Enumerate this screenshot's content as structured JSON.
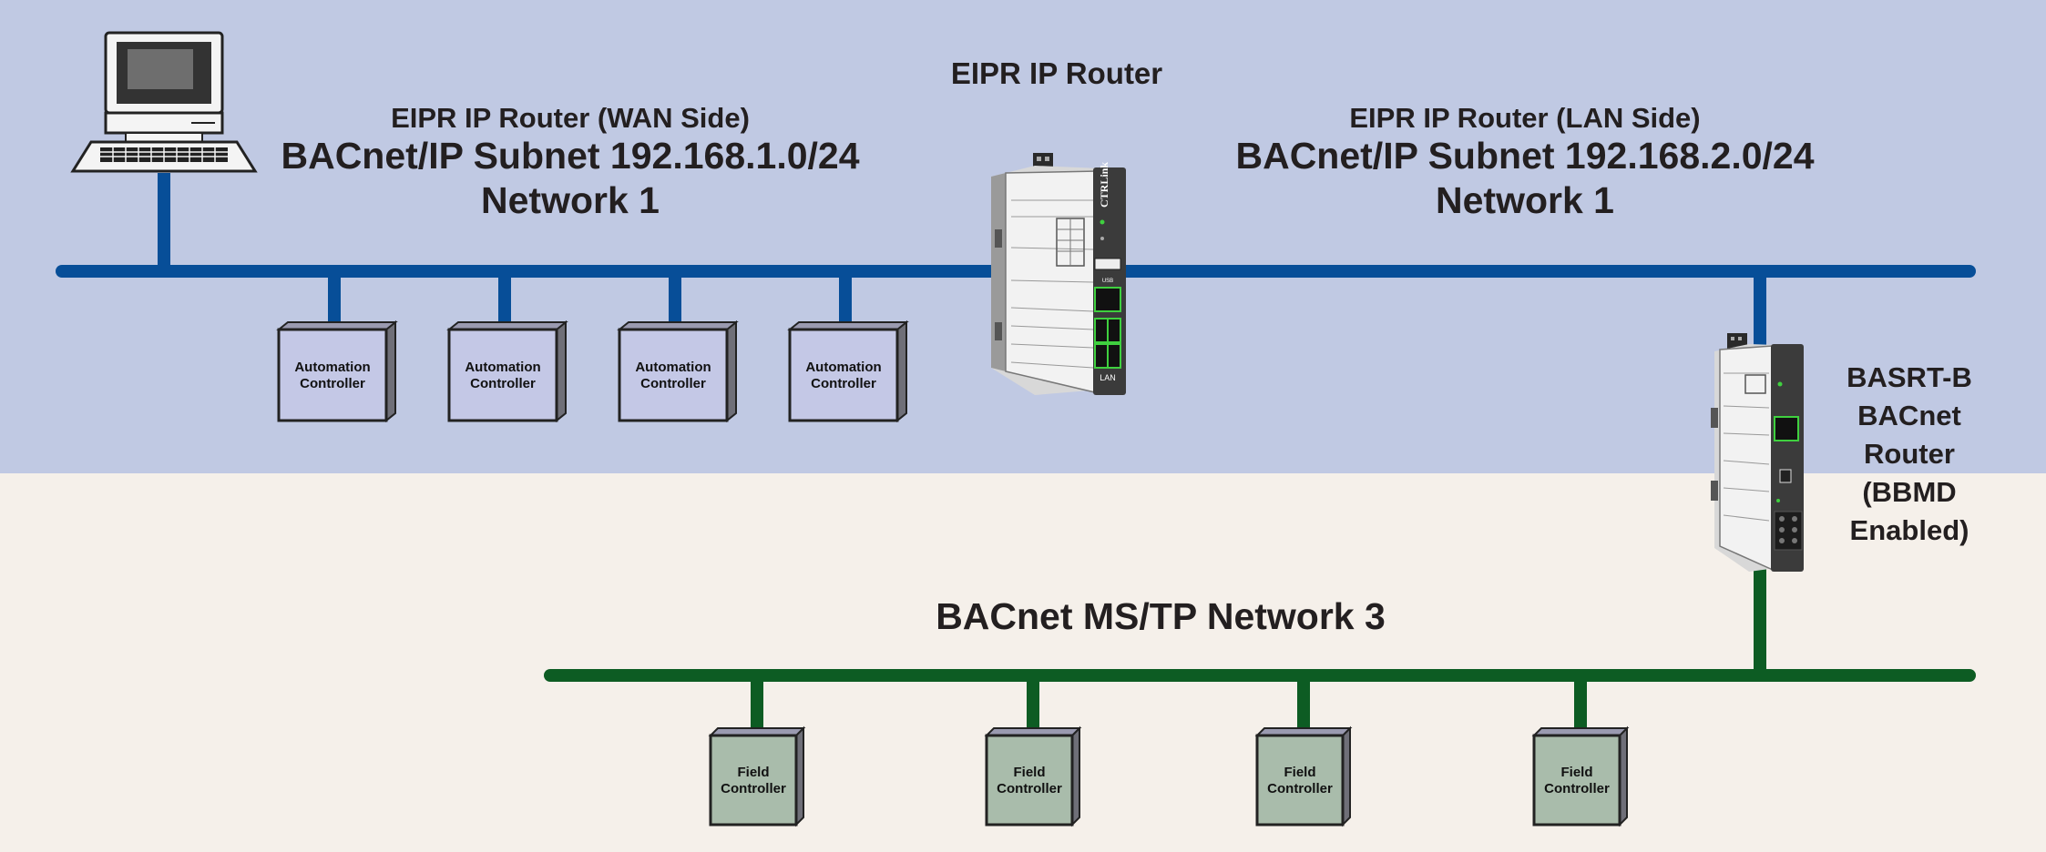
{
  "colors": {
    "top_band": "#c0c9e3",
    "bottom_band": "#f5f0ea",
    "ip_bus": "#074e98",
    "mstp_bus": "#0d5c23",
    "automation_box_face": "#c4c8e6",
    "field_box_face": "#a9bcab",
    "router_body": "#3b3b3b"
  },
  "router": {
    "title": "EIPR IP Router",
    "brand": "CTRLink",
    "port_label": "LAN",
    "usb_label": "USB"
  },
  "wan": {
    "line1": "EIPR IP Router (WAN Side)",
    "line2": "BACnet/IP Subnet 192.168.1.0/24",
    "line3": "Network 1"
  },
  "lan": {
    "line1": "EIPR IP Router (LAN Side)",
    "line2": "BACnet/IP Subnet 192.168.2.0/24",
    "line3": "Network 1"
  },
  "basrt": {
    "lines": [
      "BASRT-B",
      "BACnet",
      "Router",
      "(BBMD",
      "Enabled)"
    ]
  },
  "mstp": {
    "title": "BACnet MS/TP Network 3"
  },
  "automation_controllers": [
    {
      "line1": "Automation",
      "line2": "Controller"
    },
    {
      "line1": "Automation",
      "line2": "Controller"
    },
    {
      "line1": "Automation",
      "line2": "Controller"
    },
    {
      "line1": "Automation",
      "line2": "Controller"
    }
  ],
  "field_controllers": [
    {
      "line1": "Field",
      "line2": "Controller"
    },
    {
      "line1": "Field",
      "line2": "Controller"
    },
    {
      "line1": "Field",
      "line2": "Controller"
    },
    {
      "line1": "Field",
      "line2": "Controller"
    }
  ],
  "icons": {
    "workstation": "computer-icon",
    "router": "router-device-icon",
    "basrt": "basrt-device-icon"
  }
}
